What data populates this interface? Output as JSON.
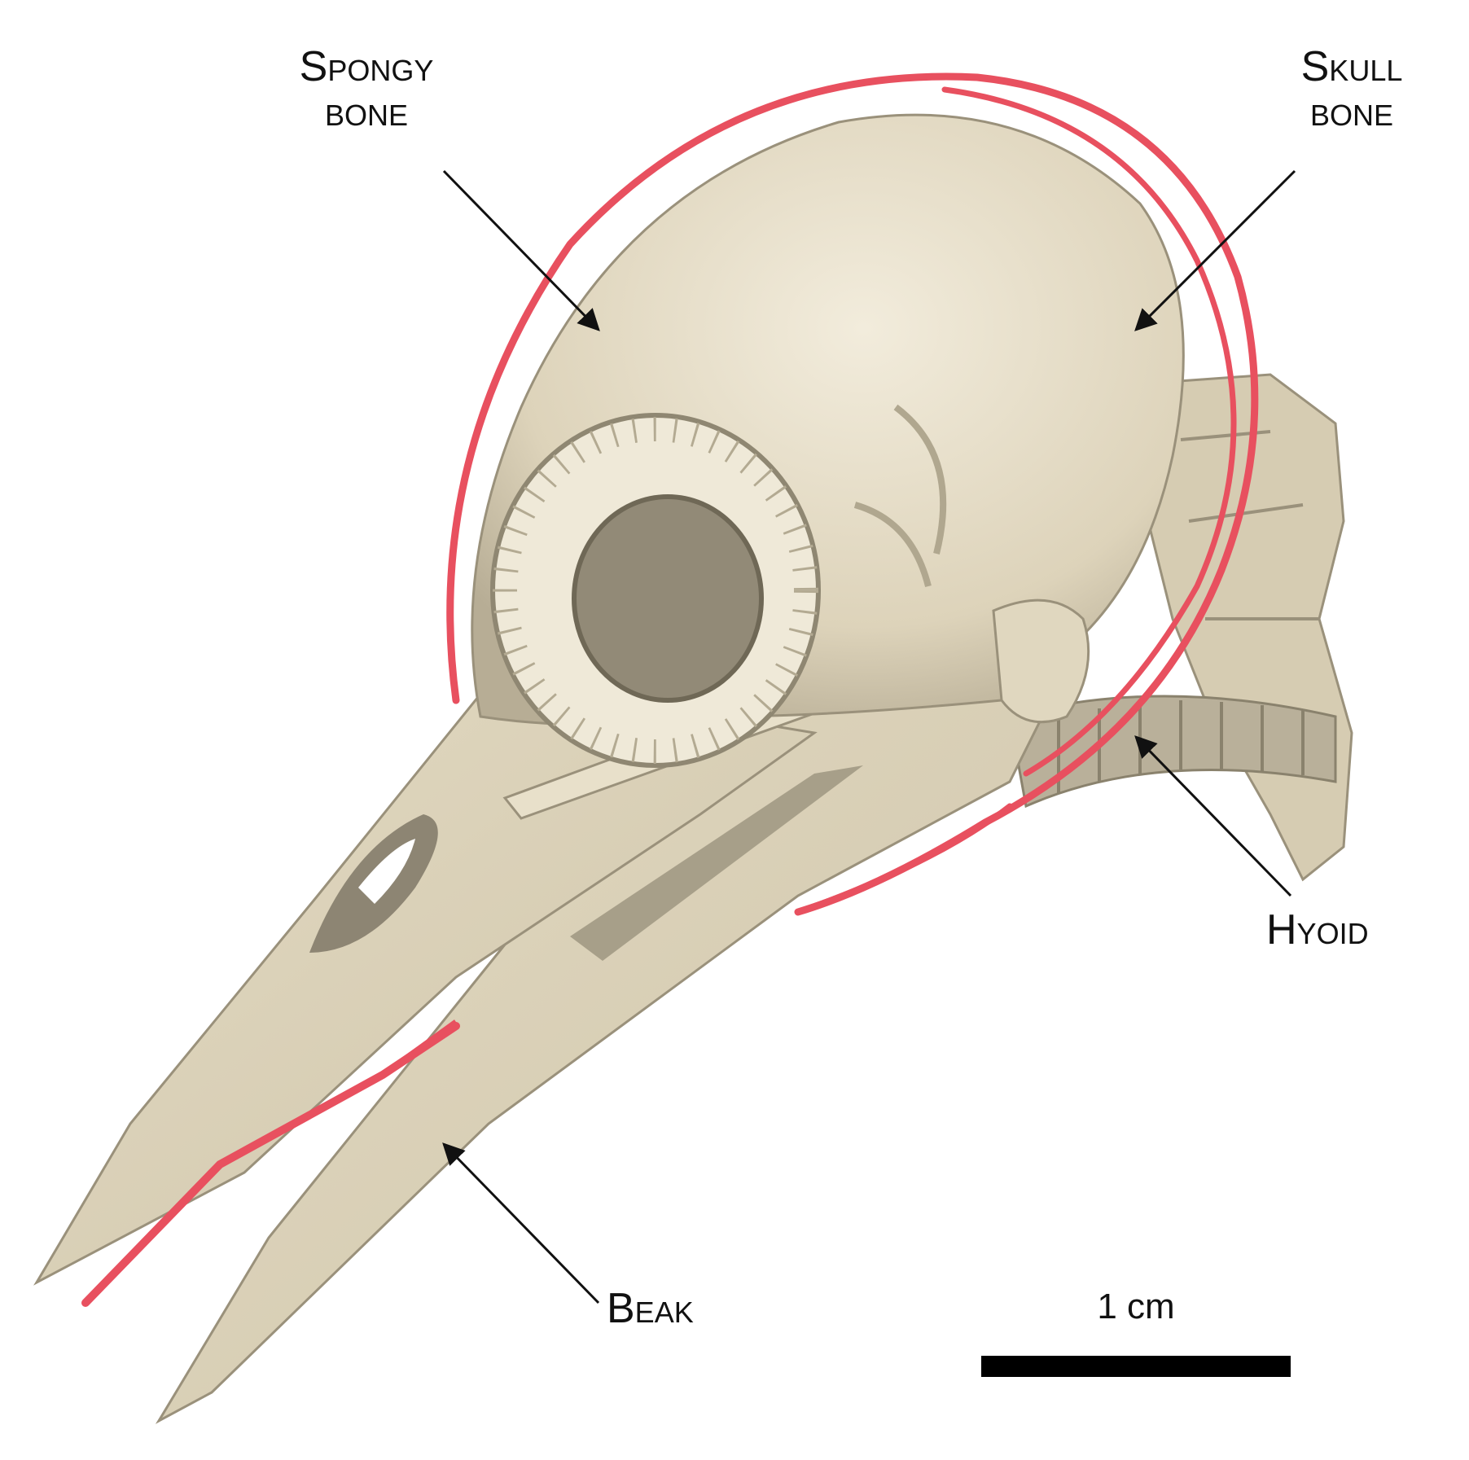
{
  "labels": {
    "spongy_bone": {
      "line1": "Spongy",
      "line2": "bone"
    },
    "skull_bone": {
      "line1": "Skull",
      "line2": "bone"
    },
    "hyoid": "Hyoid",
    "beak": "Beak"
  },
  "scale_bar": {
    "label": "1 cm"
  },
  "colors": {
    "bone": "#e6ddc6",
    "bone_shadow": "#a9a18c",
    "hyoid": "#e8505f",
    "arrow": "#111111"
  }
}
